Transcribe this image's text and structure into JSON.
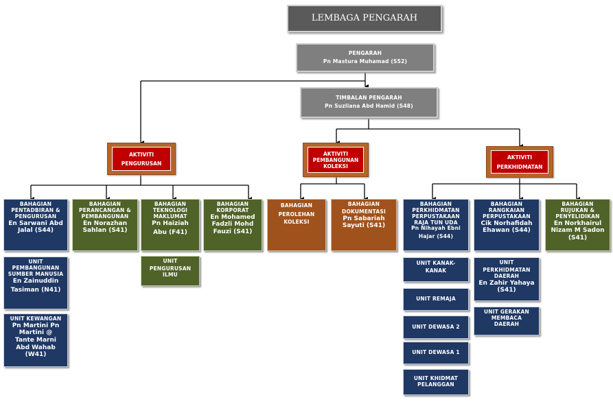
{
  "lembaga": {
    "label": "LEMBAGA PENGARAH"
  },
  "pengarah": {
    "title": "PENGARAH",
    "name": "Pn Mastura  Muhamad (S52)"
  },
  "timbalan": {
    "title": "TIMBALAN  PENGARAH",
    "name": "Pn Suzliana Abd Hamid (S48)"
  },
  "aktiviti": {
    "pengurusan": {
      "line1": "AKTIVITI",
      "line2": "PENGURUSAN"
    },
    "pembangunan": {
      "line1": "AKTIVITI",
      "line2": "PEMBANGUNAN",
      "line3": "KOLEKSI"
    },
    "perkhidmatan": {
      "line1": "AKTIVITI",
      "line2": "PERKHIDMATAN"
    }
  },
  "bahagian": {
    "pentadbiran": {
      "t1": "BAHAGIAN",
      "t2": "PENTADBIRAN &",
      "t3": "PENGURUSAN",
      "p1": "En Sarwani Abd",
      "p2": "Jalal (S44)"
    },
    "perancangan": {
      "t1": "BAHAGIAN",
      "t2": "PERANCANGAN &",
      "t3": "PEMBANGUNAN",
      "p1": "En Norazhan",
      "p2": "Sahlan (S41)"
    },
    "teknologi": {
      "t1": "BAHAGIAN",
      "t2": "TEKNOLOGI",
      "t3": "MAKLUMAT",
      "p1": "Pn Haiziah",
      "p2": "Abu (F41)"
    },
    "korporat": {
      "t1": "BAHAGIAN",
      "t2": "KORPORAT",
      "p1": "En Mohamed",
      "p2": "Fadzli Mohd",
      "p3": "Fauzi (S41)"
    },
    "perolehan": {
      "t1": "BAHAGIAN",
      "t2": "PEROLEHAN",
      "t3": "KOLEKSI"
    },
    "dokumentasi": {
      "t1": "BAHAGIAN",
      "t2": "DOKUMENTASI",
      "p1": "Pn Sabariah",
      "p2": "Sayuti (S41)"
    },
    "perkhidmatan": {
      "t1": "BAHAGIAN",
      "t2": "PERKHIDMATAN",
      "t3": "PERPUSTAKAAN",
      "t4": "RAJA TUN UDA",
      "p1": "Pn Nihayah Ebni",
      "p2": "Hajar (S44)"
    },
    "rangkaian": {
      "t1": "BAHAGIAN",
      "t2": "RANGKAIAN",
      "t3": "PERPUSTAKAAN",
      "p1": "Cik Norhafidah",
      "p2": "Ehawan (S44)"
    },
    "rujukan": {
      "t1": "BAHAGIAN",
      "t2": "RUJUKAN &",
      "t3": "PENYELIDIKAN",
      "p1": "En Norkhairul",
      "p2": "Nizam M Sadon",
      "p3": "(S41)"
    }
  },
  "units": {
    "pembangunan_sm": {
      "t1": "UNIT",
      "t2": "PEMBANGUNAN",
      "t3": "SUMBER MANUSIA",
      "p1": "En Zainuddin",
      "p2": "Tasiman (N41)"
    },
    "kewangan": {
      "t1": "UNIT KEWANGAN",
      "p1": "Pn Martini Pn",
      "p2": "Martini @",
      "p3": "Tante Marni",
      "p4": "Abd Wahab",
      "p5": "(W41)"
    },
    "pengurusan_ilmu": {
      "t1": "UNIT",
      "t2": "PENGURUSAN",
      "t3": "ILMU"
    },
    "kanak": {
      "t1": "UNIT KANAK-",
      "t2": "KANAK"
    },
    "remaja": {
      "t1": "UNIT REMAJA"
    },
    "dewasa2": {
      "t1": "UNIT DEWASA 2"
    },
    "dewasa1": {
      "t1": "UNIT DEWASA 1"
    },
    "khidmat": {
      "t1": "UNIT KHIDMAT",
      "t2": "PELANGGAN"
    },
    "perkhidmatan_daerah": {
      "t1": "UNIT",
      "t2": "PERKHIDMATAN",
      "t3": "DAERAH",
      "p1": "En Zahir Yahaya",
      "p2": "(S41)"
    },
    "gerakan": {
      "t1": "UNIT GERAKAN",
      "t2": "MEMBACA",
      "t3": "DAERAH"
    }
  }
}
